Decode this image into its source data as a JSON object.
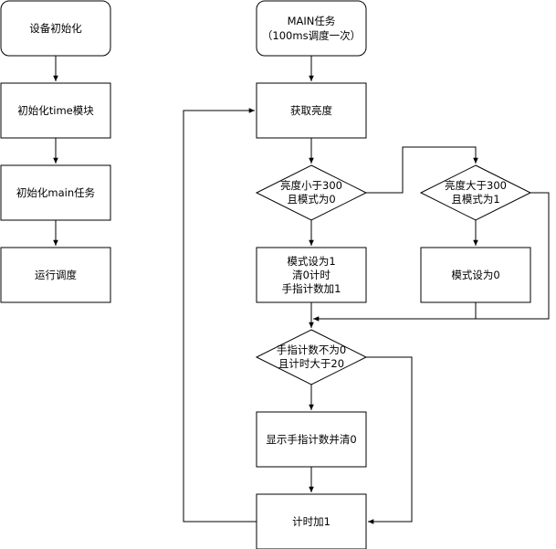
{
  "diagram": {
    "nodes": {
      "init_device": "设备初始化",
      "init_time": "初始化time模块",
      "init_main": "初始化main任务",
      "run_sched": "运行调度",
      "main_task_line1": "MAIN任务",
      "main_task_line2": "（100ms调度一次）",
      "get_brightness": "获取亮度",
      "dec_low_line1": "亮度小于300",
      "dec_low_line2": "且模式为0",
      "dec_high_line1": "亮度大于300",
      "dec_high_line2": "且模式为1",
      "act_mode1_line1": "模式设为1",
      "act_mode1_line2": "清0计时",
      "act_mode1_line3": "手指计数加1",
      "act_mode0": "模式设为0",
      "dec_finger_line1": "手指计数不为0",
      "dec_finger_line2": "且计时大于20",
      "show_clear": "显示手指计数并清0",
      "timer_inc": "计时加1"
    }
  }
}
